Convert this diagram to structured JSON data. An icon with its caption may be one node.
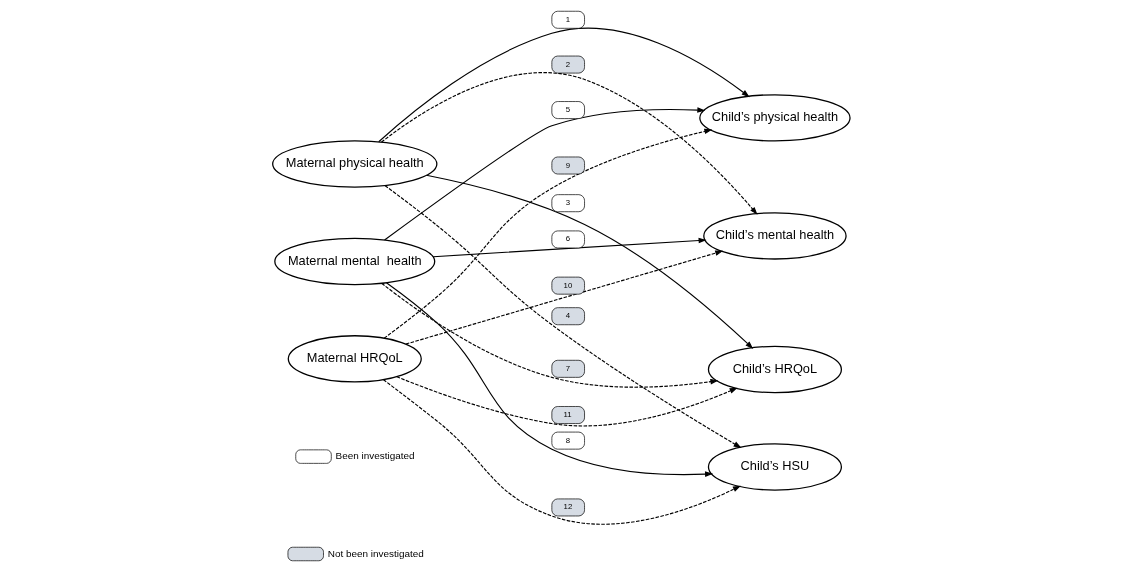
{
  "diagram": {
    "nodes": [
      {
        "text": [
          "Maternal physical health"
        ]
      },
      {
        "text": [
          "Maternal mental  health"
        ]
      },
      {
        "text": [
          "Maternal HRQoL"
        ]
      },
      {
        "text": [
          "Child’s physical health"
        ]
      },
      {
        "text": [
          "Child’s mental health"
        ]
      },
      {
        "text": [
          "Child’s HRQoL"
        ]
      },
      {
        "text": [
          "Child’s HSU"
        ]
      }
    ],
    "edges": [
      {
        "from": 0,
        "to": 3,
        "arrow": "to",
        "label": "1"
      },
      {
        "from": 0,
        "to": 4,
        "arrow": "to",
        "label": "2",
        "style": "dashed"
      },
      {
        "from": 0,
        "to": 5,
        "arrow": "to",
        "label": "3"
      },
      {
        "from": 0,
        "to": 6,
        "arrow": "to",
        "label": "4",
        "style": "dashed"
      },
      {
        "from": 1,
        "to": 3,
        "arrow": "to",
        "label": "5"
      },
      {
        "from": 1,
        "to": 4,
        "arrow": "to",
        "label": "6"
      },
      {
        "from": 1,
        "to": 5,
        "arrow": "to",
        "label": "7",
        "style": "dashed"
      },
      {
        "from": 1,
        "to": 6,
        "arrow": "to",
        "label": "8"
      },
      {
        "from": 2,
        "to": 3,
        "arrow": "to",
        "label": "9",
        "style": "dashed"
      },
      {
        "from": 2,
        "to": 4,
        "arrow": "to",
        "label": "10",
        "style": "dashed"
      },
      {
        "from": 2,
        "to": 5,
        "arrow": "to",
        "label": "11",
        "style": "dashed"
      },
      {
        "from": 2,
        "to": 6,
        "arrow": "to",
        "label": "12",
        "style": "dashed"
      }
    ],
    "legend": [
      {
        "text": "Been investigated"
      },
      {
        "text": "Not been investigated"
      }
    ]
  }
}
